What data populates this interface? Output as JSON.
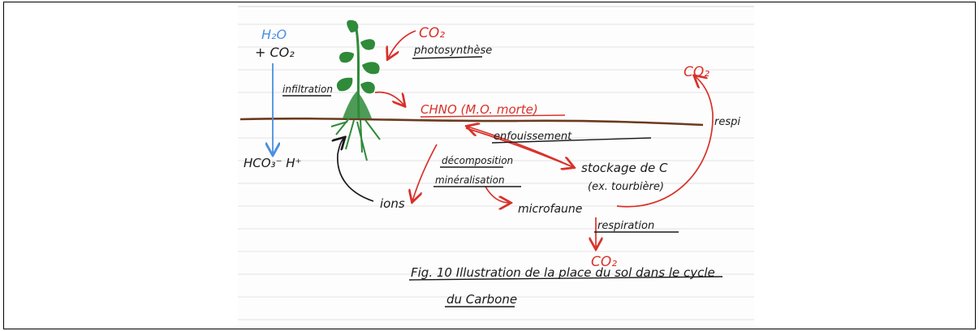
{
  "diagram": {
    "water_h2o": "H₂O",
    "water_co2": "+ CO₂",
    "co2_top": "CO₂",
    "photosynthesis": "photosynthèse",
    "co2_right": "CO₂",
    "infiltration": "infiltration",
    "chno": "CHNO (M.O. morte)",
    "respi": "respi",
    "burial": "enfouissement",
    "hco3": "HCO₃⁻ H⁺",
    "decomposition": "décomposition",
    "mineralisation": "minéralisation",
    "storage_line1": "stockage de C",
    "storage_line2": "(ex. tourbière)",
    "ions": "ions",
    "microfauna": "microfaune",
    "respiration": "respiration",
    "co2_bottom": "CO₂",
    "caption_line1": "Fig. 10 Illustration de la place du sol dans le cycle",
    "caption_line2": "du Carbone"
  },
  "colors": {
    "ink_black": "#1a1a1a",
    "ink_red": "#d8312a",
    "ink_blue": "#4a8fe0",
    "soil_brown": "#6b3b1f",
    "plant_green": "#2f8a3a",
    "ruled_line": "#e3e3e3"
  }
}
